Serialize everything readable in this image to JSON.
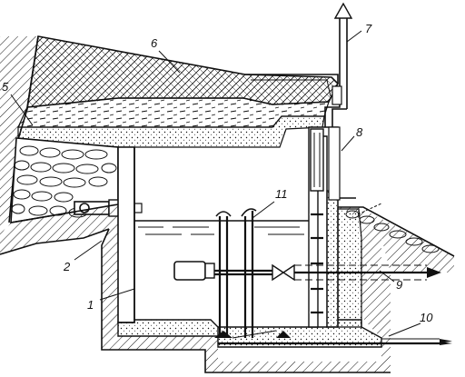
{
  "diagram": {
    "callouts": [
      {
        "id": "1",
        "label": "1"
      },
      {
        "id": "2",
        "label": "2"
      },
      {
        "id": "5",
        "label": "5"
      },
      {
        "id": "6",
        "label": "6"
      },
      {
        "id": "7",
        "label": "7"
      },
      {
        "id": "8",
        "label": "8"
      },
      {
        "id": "9",
        "label": "9"
      },
      {
        "id": "10",
        "label": "10"
      },
      {
        "id": "11",
        "label": "11"
      }
    ],
    "colors": {
      "line": "#111111",
      "background": "#ffffff",
      "water": "#ffffff"
    }
  }
}
